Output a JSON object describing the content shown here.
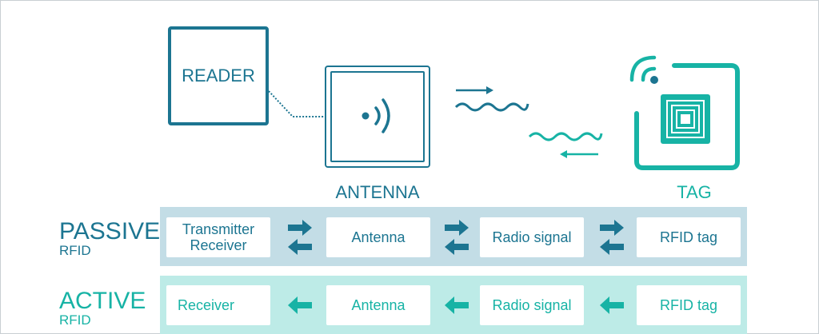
{
  "diagram": {
    "reader_label": "READER",
    "antenna_caption": "ANTENNA",
    "tag_caption": "TAG"
  },
  "rows": {
    "passive": {
      "title": "PASSIVE",
      "subtitle": "RFID",
      "color": "#1c7591",
      "band_color": "#c3dde6",
      "cells": {
        "transmitter_line1": "Transmitter",
        "transmitter_line2": "Receiver",
        "antenna": "Antenna",
        "radio_signal": "Radio signal",
        "rfid_tag": "RFID tag"
      }
    },
    "active": {
      "title": "ACTIVE",
      "subtitle": "RFID",
      "color": "#17b3a5",
      "band_color": "#bdebe7",
      "cells": {
        "receiver": "Receiver",
        "antenna": "Antenna",
        "radio_signal": "Radio signal",
        "rfid_tag": "RFID tag"
      }
    }
  },
  "icons": [
    "signal-waves-icon",
    "rfid-chip-icon",
    "wave-arrow-icon",
    "bidirectional-arrows-icon",
    "left-arrow-icon"
  ]
}
